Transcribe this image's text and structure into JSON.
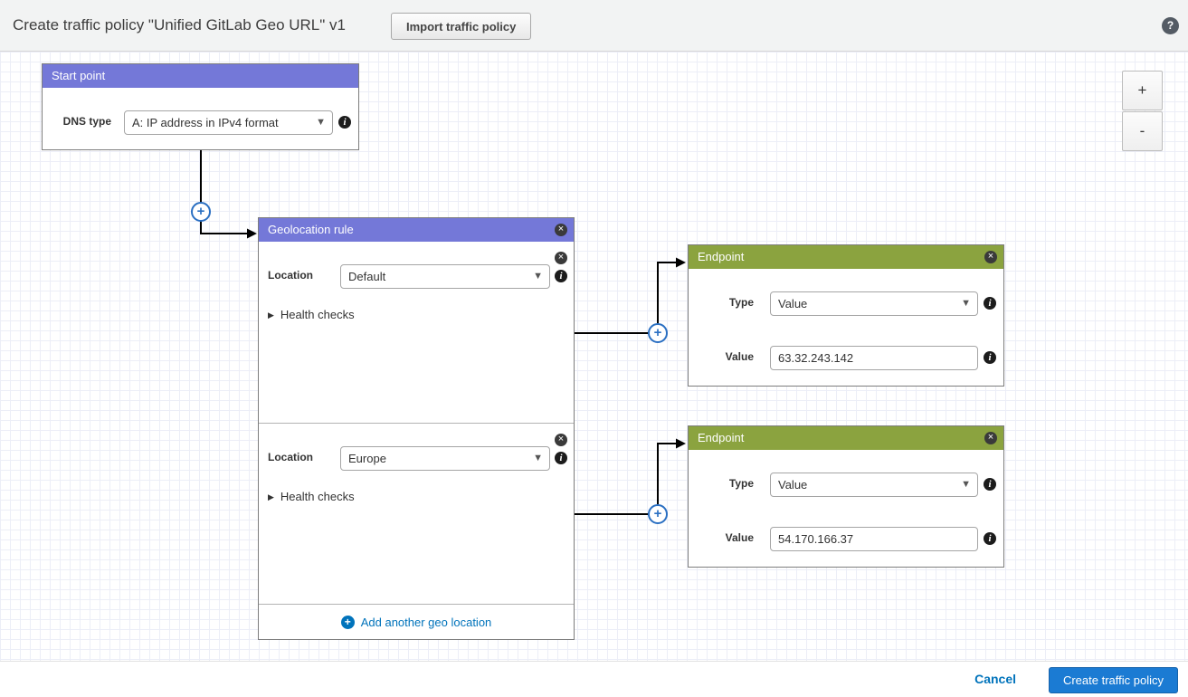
{
  "header": {
    "title": "Create traffic policy \"Unified GitLab Geo URL\" v1",
    "import_button": "Import traffic policy",
    "help_icon": "?"
  },
  "zoom": {
    "zoom_in": "+",
    "zoom_out": "-"
  },
  "start_point": {
    "title": "Start point",
    "dns_type_label": "DNS type",
    "dns_type_value": "A: IP address in IPv4 format"
  },
  "geolocation_rule": {
    "title": "Geolocation rule",
    "sections": [
      {
        "location_label": "Location",
        "location_value": "Default",
        "health_checks_label": "Health checks"
      },
      {
        "location_label": "Location",
        "location_value": "Europe",
        "health_checks_label": "Health checks"
      }
    ],
    "add_link": "Add another geo location"
  },
  "endpoints": [
    {
      "title": "Endpoint",
      "type_label": "Type",
      "type_value": "Value",
      "value_label": "Value",
      "value_value": "63.32.243.142"
    },
    {
      "title": "Endpoint",
      "type_label": "Type",
      "type_value": "Value",
      "value_label": "Value",
      "value_value": "54.170.166.37"
    }
  ],
  "footer": {
    "cancel": "Cancel",
    "create": "Create traffic policy"
  },
  "colors": {
    "rule_header": "#7478d8",
    "endpoint_header": "#8ba33f",
    "primary_button": "#1b7bd3",
    "link": "#0073bb"
  }
}
